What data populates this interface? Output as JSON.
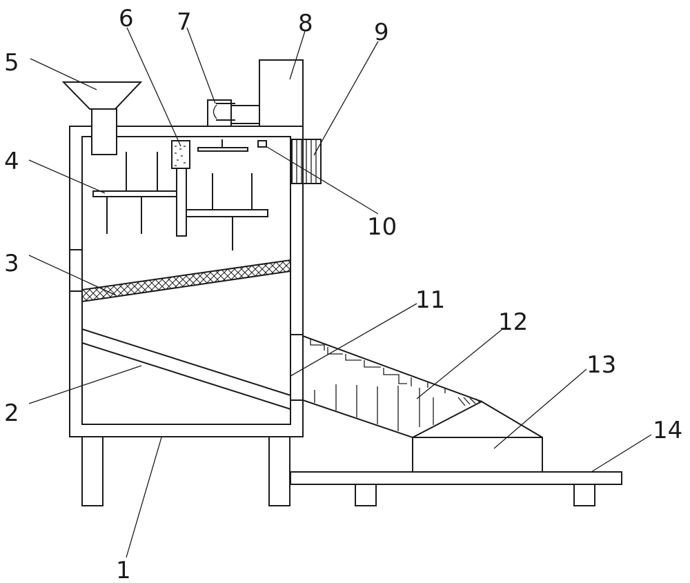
{
  "figure": {
    "callouts": [
      {
        "id": "1",
        "text": "1"
      },
      {
        "id": "2",
        "text": "2"
      },
      {
        "id": "3",
        "text": "3"
      },
      {
        "id": "4",
        "text": "4"
      },
      {
        "id": "5",
        "text": "5"
      },
      {
        "id": "6",
        "text": "6"
      },
      {
        "id": "7",
        "text": "7"
      },
      {
        "id": "8",
        "text": "8"
      },
      {
        "id": "9",
        "text": "9"
      },
      {
        "id": "10",
        "text": "10"
      },
      {
        "id": "11",
        "text": "11"
      },
      {
        "id": "12",
        "text": "12"
      },
      {
        "id": "13",
        "text": "13"
      },
      {
        "id": "14",
        "text": "14"
      }
    ]
  }
}
